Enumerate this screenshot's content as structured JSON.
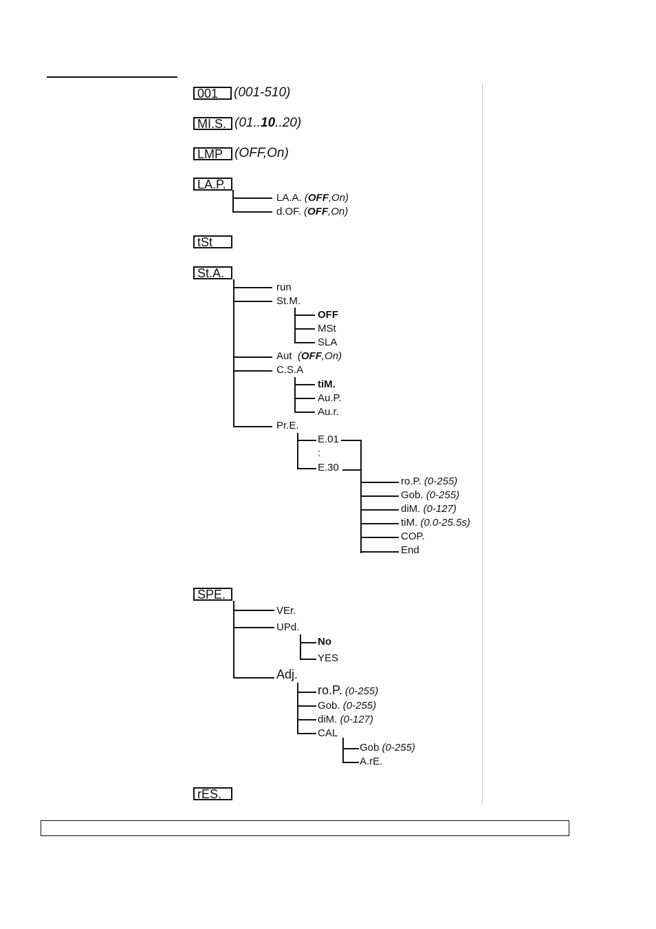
{
  "menu": {
    "addr": {
      "box": "001",
      "range": "(001-510)"
    },
    "mis": {
      "box": "MI.S.",
      "range_pre": "(01..",
      "range_bold": "10",
      "range_post": "..20)"
    },
    "lmp": {
      "box": "LMP",
      "range": "(OFF,On)"
    },
    "lap": {
      "box": "LA.P.",
      "items": [
        {
          "label": "LA.A.",
          "opt_bold": "OFF",
          "opt_rest": ",On)"
        },
        {
          "label": "d.OF.",
          "opt_bold": "OFF",
          "opt_rest": ",On)"
        }
      ]
    },
    "tst": {
      "box": "tSt"
    },
    "sta": {
      "box": "St.A.",
      "run": "run",
      "stm": {
        "label": "St.M.",
        "options": [
          "OFF",
          "MSt",
          "SLA"
        ]
      },
      "aut": {
        "label": "Aut",
        "opt_bold": "OFF",
        "opt_rest": ",On)"
      },
      "csa": {
        "label": "C.S.A",
        "options": [
          "tiM.",
          "Au.P.",
          "Au.r."
        ]
      },
      "pre": {
        "label": "Pr.E.",
        "e01": "E.01",
        "dots": ":",
        "e30": "E.30",
        "steps": [
          {
            "label": "ro.P.",
            "range": "(0-255)"
          },
          {
            "label": "Gob.",
            "range": "(0-255)"
          },
          {
            "label": "diM.",
            "range": "(0-127)"
          },
          {
            "label": "tiM.",
            "range": "(0.0-25.5s)"
          },
          {
            "label": "COP.",
            "range": ""
          },
          {
            "label": "End",
            "range": ""
          }
        ]
      }
    },
    "spe": {
      "box": "SPE.",
      "ver": "VEr.",
      "upd": {
        "label": "UPd.",
        "options": [
          "No",
          "YES"
        ]
      },
      "adj": {
        "label": "Adj.",
        "items": [
          {
            "label": "ro.P.",
            "range": "(0-255)"
          },
          {
            "label": "Gob.",
            "range": "(0-255)"
          },
          {
            "label": "diM.",
            "range": "(0-127)"
          }
        ],
        "cal": {
          "label": "CAL",
          "items": [
            {
              "label": "Gob",
              "range": "(0-255)"
            },
            {
              "label": "A.rE.",
              "range": ""
            }
          ]
        }
      }
    },
    "res": {
      "box": "rES."
    }
  }
}
